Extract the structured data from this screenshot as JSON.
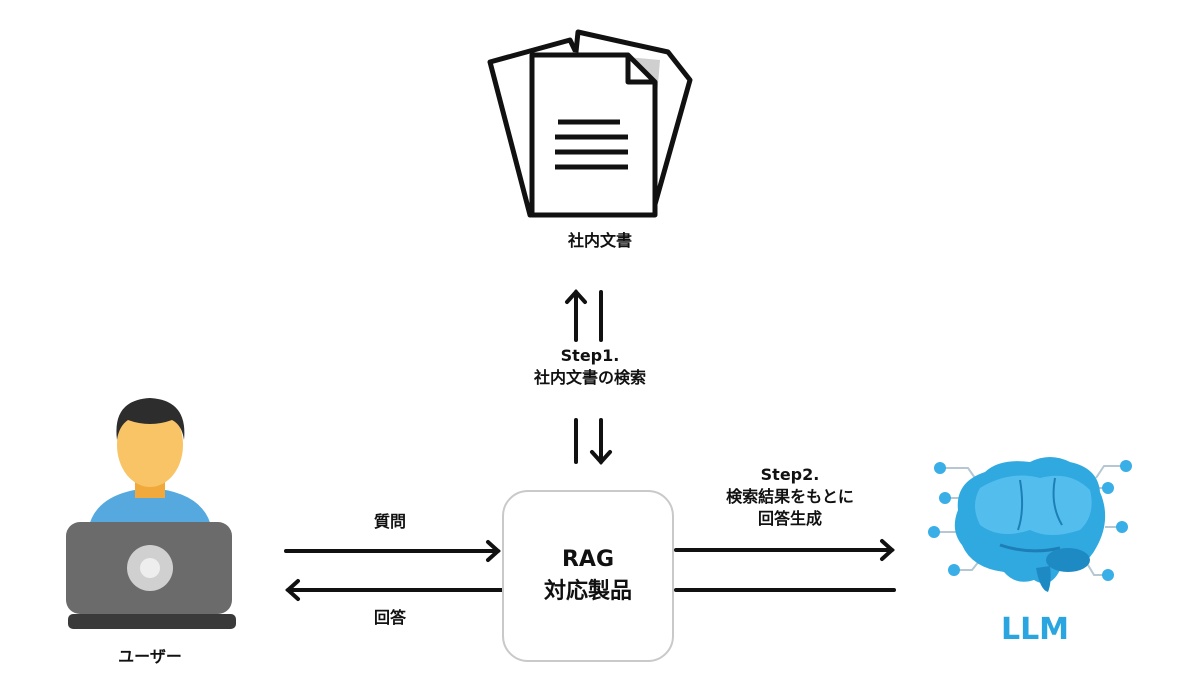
{
  "documents": {
    "label": "社内文書"
  },
  "step1": {
    "line1": "Step1.",
    "line2": "社内文書の検索"
  },
  "user": {
    "label": "ユーザー"
  },
  "question": {
    "label": "質問"
  },
  "answer": {
    "label": "回答"
  },
  "rag": {
    "line1": "RAG",
    "line2": "対応製品"
  },
  "step2": {
    "line1": "Step2.",
    "line2": "検索結果をもとに",
    "line3": "回答生成"
  },
  "llm": {
    "label": "LLM"
  },
  "colors": {
    "accent": "#2aa5df",
    "text": "#111111",
    "border": "#c9c9c9",
    "laptop": "#6b6b6b",
    "shirt": "#55a9df",
    "skin": "#f8c465"
  },
  "icons": [
    "documents-icon",
    "user-icon",
    "laptop-icon",
    "brain-icon"
  ]
}
